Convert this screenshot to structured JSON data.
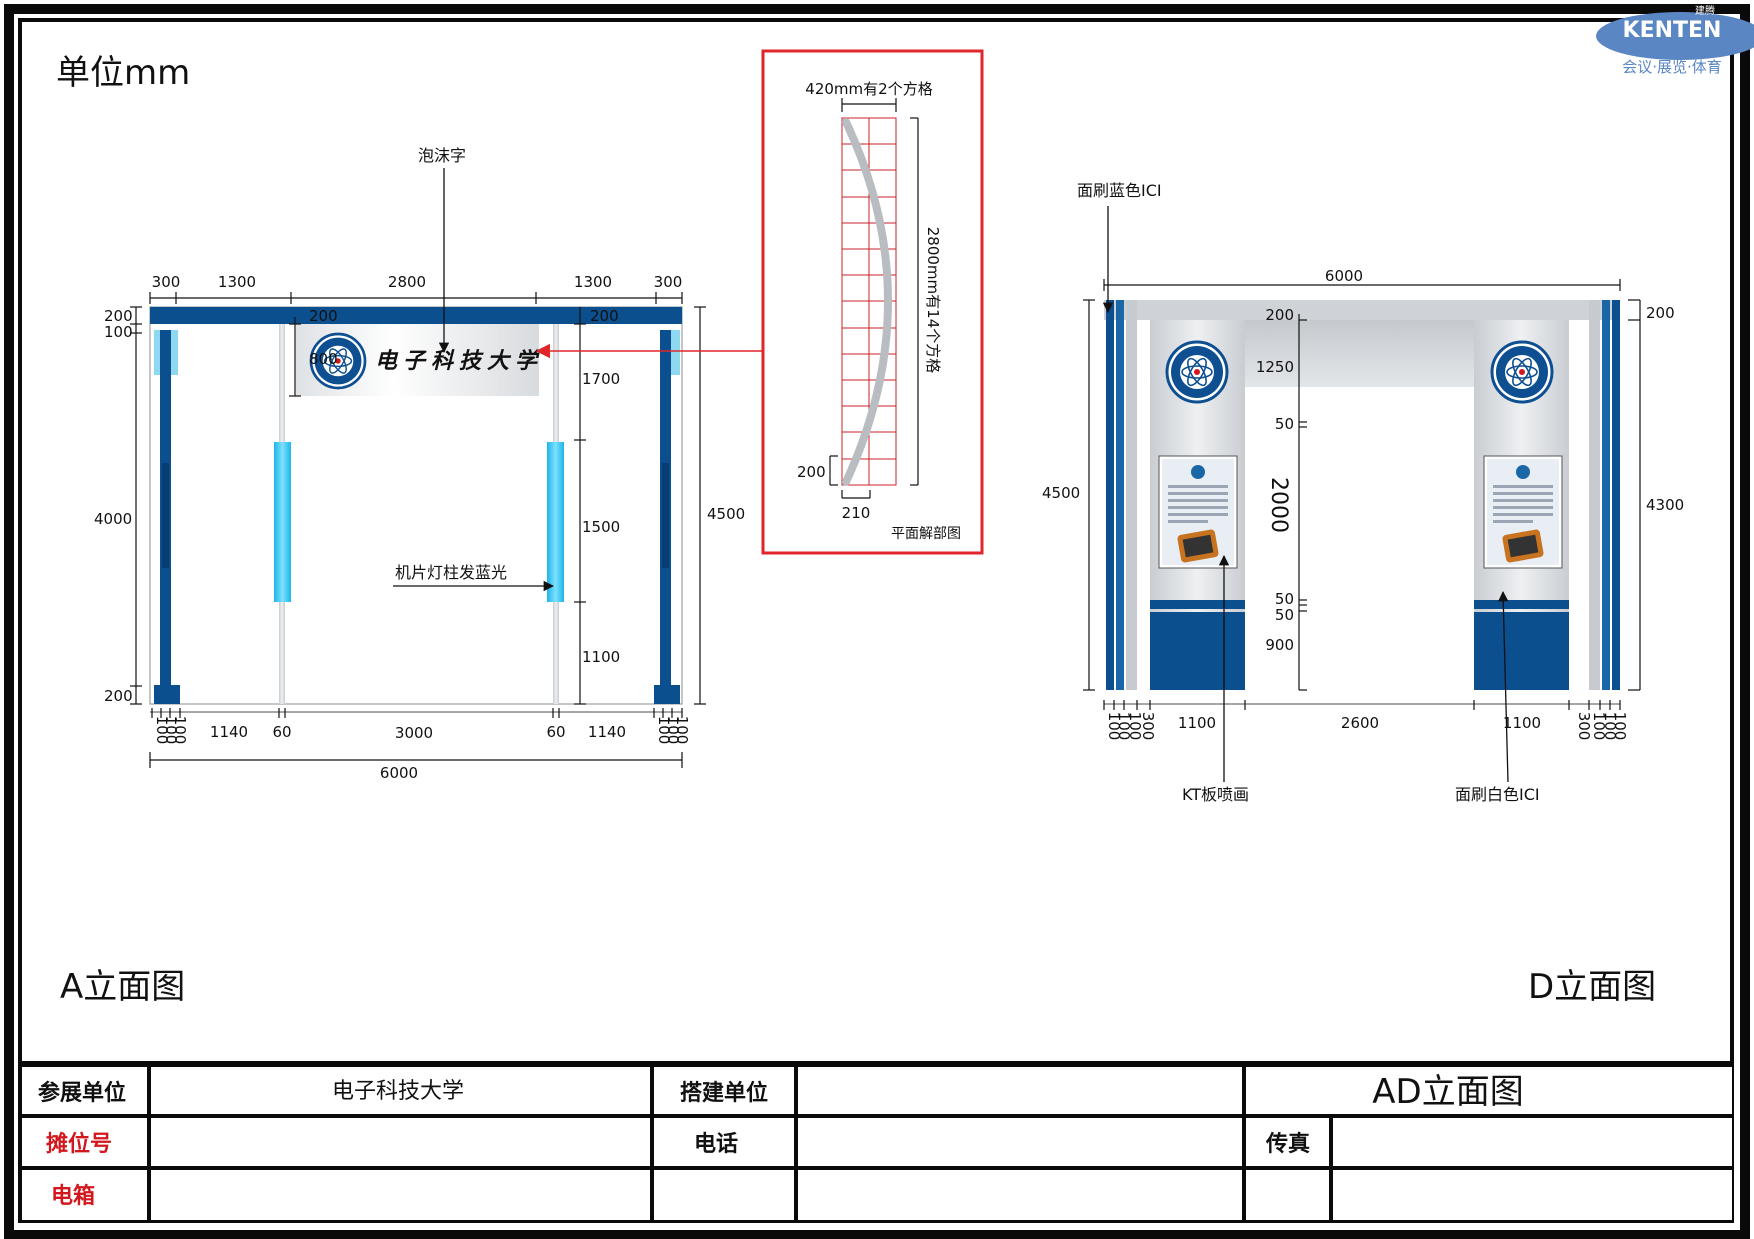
{
  "brand": {
    "logo_text": "KENTEN",
    "logo_small": "建腾",
    "tagline": "会议·展览·体育"
  },
  "unit_label": "单位mm",
  "colors": {
    "blue_dark": "#0b4f8e",
    "blue_mid": "#1a67a8",
    "cyan": "#29c3ee",
    "grey_panel": "#d5d9dd",
    "red_frame": "#e0262b"
  },
  "elevation_a": {
    "title": "A立面图",
    "sign_text": "电子科技大学",
    "note_foam": "泡沫字",
    "note_light": "机片灯柱发蓝光",
    "dims_top": [
      "300",
      "1300",
      "2800",
      "1300",
      "300"
    ],
    "dims_left": [
      "200",
      "100",
      "4000",
      "200"
    ],
    "dims_inner": [
      "200",
      "200",
      "800",
      "1700",
      "1500",
      "1100"
    ],
    "dim_total_h": "4500",
    "dims_bottom": [
      "100",
      "100",
      "100",
      "1140",
      "60",
      "3000",
      "60",
      "1140",
      "100",
      "100",
      "100"
    ],
    "dim_total_w": "6000"
  },
  "detail": {
    "top_label": "420mm有2个方格",
    "side_label": "2800mm有14个方格",
    "left_label": "200",
    "bottom_label": "210",
    "caption": "平面解部图"
  },
  "elevation_d": {
    "title": "D立面图",
    "note_blue": "面刷蓝色ICI",
    "note_kt": "KT板喷画",
    "note_white": "面刷白色ICI",
    "dim_top": "6000",
    "dim_left": "4500",
    "dim_right_top": "200",
    "dim_right": "4300",
    "dims_center": [
      "200",
      "1250",
      "50",
      "2000",
      "50",
      "50",
      "900"
    ],
    "dims_bottom": [
      "100",
      "100",
      "100",
      "300",
      "1100",
      "2600",
      "1100",
      "300",
      "100",
      "100",
      "100"
    ]
  },
  "title_block": {
    "exhibitor_label": "参展单位",
    "exhibitor_value": "电子科技大学",
    "builder_label": "搭建单位",
    "drawing_title": "AD立面图",
    "booth_label": "摊位号",
    "phone_label": "电话",
    "fax_label": "传真",
    "power_label": "电箱"
  }
}
